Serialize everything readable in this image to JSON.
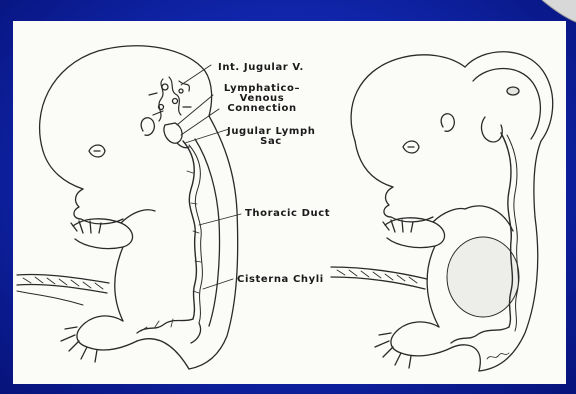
{
  "diagram": {
    "labels": {
      "int_jugular_v": "Int. Jugular V.",
      "lymphatico_venous_line1": "Lymphatico–",
      "lymphatico_venous_line2": "Venous",
      "lymphatico_venous_line3": "Connection",
      "jugular_lymph_sac_line1": "Jugular Lymph",
      "jugular_lymph_sac_line2": "Sac",
      "thoracic_duct": "Thoracic Duct",
      "cisterna_chyli": "Cisterna Chyli"
    },
    "colors": {
      "slide_background": "#0f24a8",
      "figure_background": "#fbfbf8",
      "ink": "#2a2a2a"
    }
  }
}
